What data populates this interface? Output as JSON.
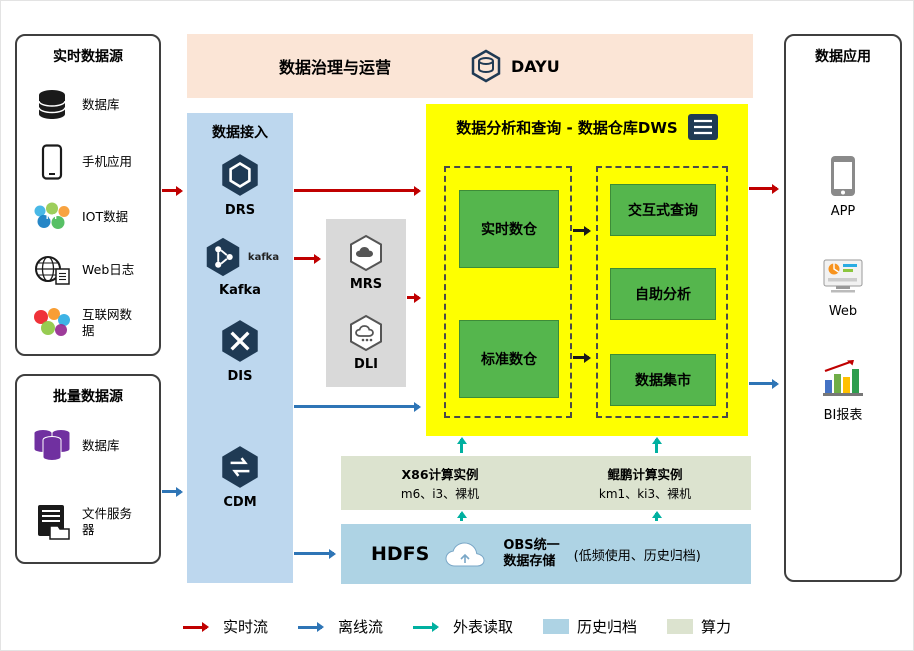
{
  "colors": {
    "realtime_flow": "#c00000",
    "offline_flow": "#2e75b6",
    "external_read": "#00b0a0",
    "archive_swatch": "#aed3e4",
    "compute_swatch": "#dce3cf",
    "banner_bg": "#fbe5d6",
    "ingestion_bg": "#bdd7ee",
    "middleware_bg": "#d9d9d9",
    "dws_bg": "#feff00",
    "green_box": "#55b64d"
  },
  "banner": {
    "title": "数据治理与运营",
    "logo": "DAYU"
  },
  "realtime_sources": {
    "title": "实时数据源",
    "items": [
      {
        "label": "数据库",
        "icon": "database-icon"
      },
      {
        "label": "手机应用",
        "icon": "phone-icon"
      },
      {
        "label": "IOT数据",
        "icon": "iot-icon"
      },
      {
        "label": "Web日志",
        "icon": "web-log-icon"
      },
      {
        "label": "互联网数据",
        "icon": "internet-data-icon"
      }
    ]
  },
  "batch_sources": {
    "title": "批量数据源",
    "items": [
      {
        "label": "数据库",
        "icon": "database-cluster-icon"
      },
      {
        "label": "文件服务器",
        "icon": "file-server-icon"
      }
    ]
  },
  "ingestion": {
    "title": "数据接入",
    "items": [
      {
        "label": "DRS"
      },
      {
        "label": "Kafka",
        "wordmark": "kafka"
      },
      {
        "label": "DIS"
      },
      {
        "label": "CDM"
      }
    ]
  },
  "middleware": {
    "items": [
      {
        "label": "MRS"
      },
      {
        "label": "DLI"
      }
    ]
  },
  "dws": {
    "title": "数据分析和查询 - 数据仓库DWS",
    "warehouses": [
      {
        "label": "实时数仓"
      },
      {
        "label": "标准数仓"
      }
    ],
    "services": [
      {
        "label": "交互式查询"
      },
      {
        "label": "自助分析"
      },
      {
        "label": "数据集市"
      }
    ]
  },
  "compute": {
    "x86": {
      "title": "X86计算实例",
      "subtitle": "m6、i3、裸机"
    },
    "kunpeng": {
      "title": "鲲鹏计算实例",
      "subtitle": "km1、ki3、裸机"
    }
  },
  "storage": {
    "hdfs": "HDFS",
    "obs_line1": "OBS统一",
    "obs_line2": "数据存储",
    "note": "(低频使用、历史归档)"
  },
  "applications": {
    "title": "数据应用",
    "items": [
      {
        "label": "APP"
      },
      {
        "label": "Web"
      },
      {
        "label": "BI报表"
      }
    ]
  },
  "legend": {
    "items": [
      {
        "label": "实时流",
        "style": "red-arrow"
      },
      {
        "label": "离线流",
        "style": "blue-arrow"
      },
      {
        "label": "外表读取",
        "style": "teal-arrow"
      },
      {
        "label": "历史归档",
        "style": "archive-swatch"
      },
      {
        "label": "算力",
        "style": "compute-swatch"
      }
    ]
  }
}
